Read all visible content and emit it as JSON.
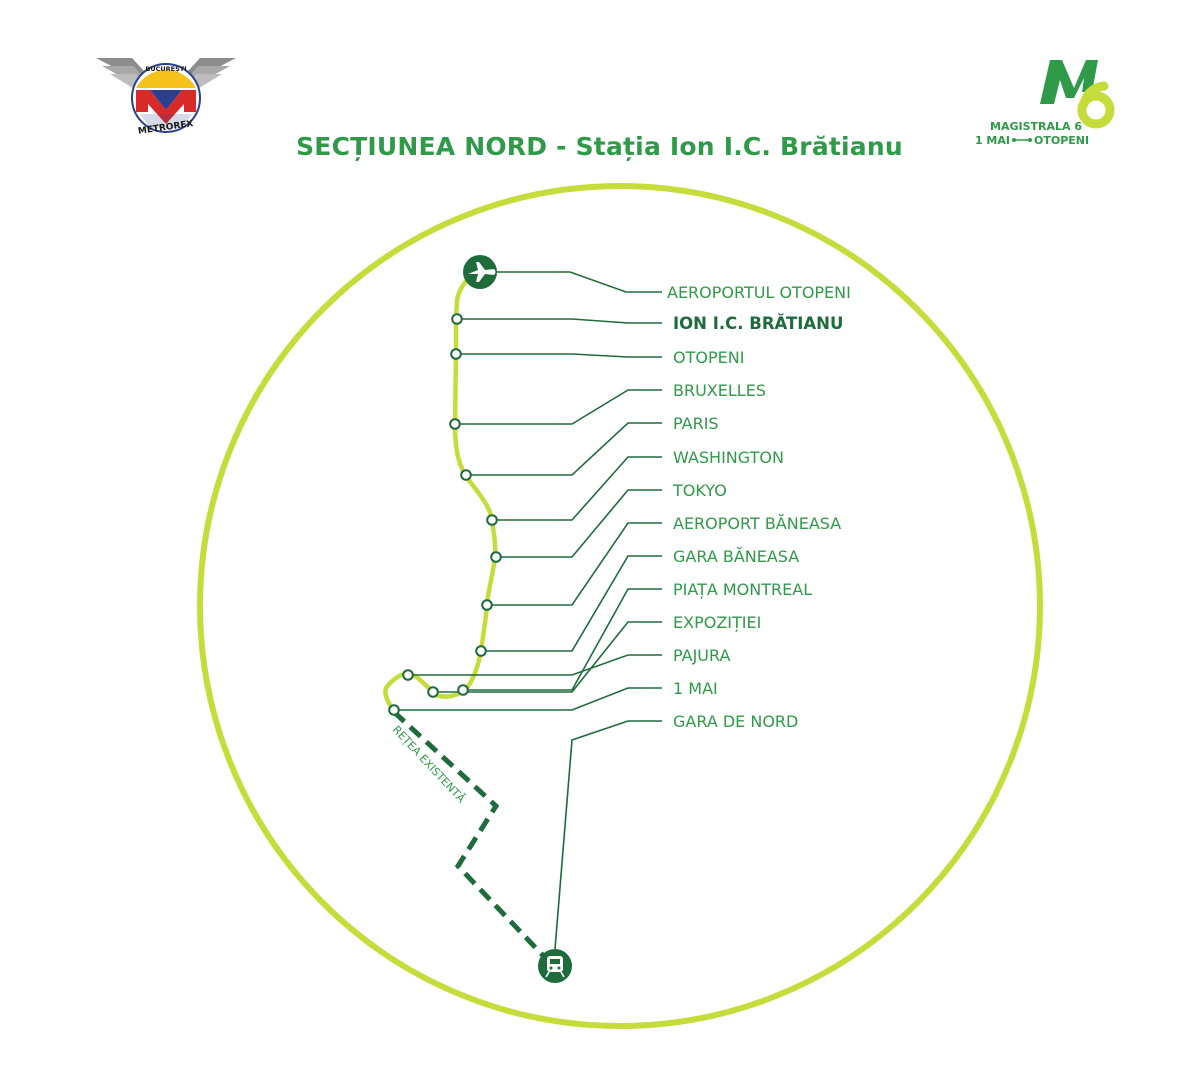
{
  "title": "SECȚIUNEA NORD - Stația Ion I.C. Brătianu",
  "colors": {
    "dark_green": "#1e6b3c",
    "green": "#2f9a48",
    "lime": "#c6dc3a",
    "metrorex_red": "#d92a2a",
    "metrorex_blue": "#2b3f8c",
    "metrorex_yellow": "#f4c21b"
  },
  "logos": {
    "metrorex": {
      "top_text": "BUCUREȘTI",
      "bottom_text": "METROREX"
    },
    "m6": {
      "line1": "MAGISTRALA 6",
      "line2_left": "1 MAI",
      "line2_right": "OTOPENI"
    }
  },
  "icons": {
    "airport": "airplane-icon",
    "train": "train-icon"
  },
  "existing_network_label": "REȚEA EXISTENTĂ",
  "stations": [
    {
      "name": "AEROPORTUL OTOPENI",
      "highlight": false
    },
    {
      "name": "ION I.C. BRĂTIANU",
      "highlight": true
    },
    {
      "name": "OTOPENI",
      "highlight": false
    },
    {
      "name": "BRUXELLES",
      "highlight": false
    },
    {
      "name": "PARIS",
      "highlight": false
    },
    {
      "name": "WASHINGTON",
      "highlight": false
    },
    {
      "name": "TOKYO",
      "highlight": false
    },
    {
      "name": "AEROPORT BĂNEASA",
      "highlight": false
    },
    {
      "name": "GARA BĂNEASA",
      "highlight": false
    },
    {
      "name": "PIAȚA MONTREAL",
      "highlight": false
    },
    {
      "name": "EXPOZIȚIEI",
      "highlight": false
    },
    {
      "name": "PAJURA",
      "highlight": false
    },
    {
      "name": "1 MAI",
      "highlight": false
    },
    {
      "name": "GARA DE NORD",
      "highlight": false
    }
  ]
}
